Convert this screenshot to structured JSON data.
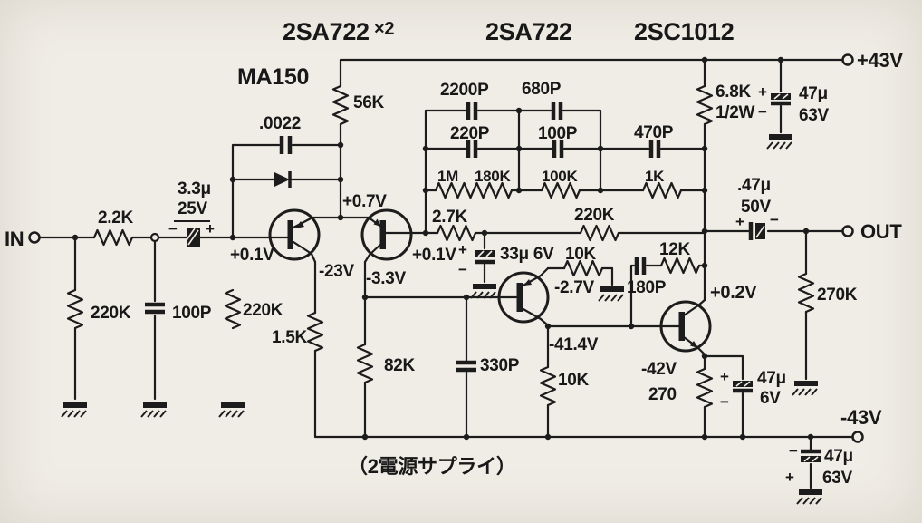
{
  "colors": {
    "paper": "#f0ede6",
    "ink": "#1c1c1c"
  },
  "schematic": {
    "type_labels": {
      "q12": "2SA722",
      "q12_mult": "×2",
      "q3": "2SA722",
      "q4": "2SC1012",
      "diode": "MA150"
    },
    "terminals": {
      "in": "IN",
      "out": "OUT",
      "vplus": "+43V",
      "vminus": "-43V"
    },
    "note": "（2電源サプライ）",
    "components": {
      "r_input": "2.2K",
      "r_input_shunt": "220K",
      "c_input_shunt": "100P",
      "c_coupling": "3.3μ",
      "c_coupling_volt": "25V",
      "r_bias": "220K",
      "r_q1_load": "1.5K",
      "c_feedback": ".0022",
      "r_56k": "56K",
      "c_2200p": "2200P",
      "c_680p": "680P",
      "c_220p": "220P",
      "c_100p": "100P",
      "c_470p": "470P",
      "r_1m": "1M",
      "r_180k": "180K",
      "r_100k": "100K",
      "r_1k": "1K",
      "r_2k7": "2.7K",
      "r_220k_fb": "220K",
      "c_33u": "33μ 6V",
      "r_10k_e": "10K",
      "r_82k": "82K",
      "c_330p": "330P",
      "r_10k_c": "10K",
      "c_180p": "180P",
      "r_12k": "12K",
      "r_270": "270",
      "c_47u_6v": "47μ",
      "c_47u_6v_volt": "6V",
      "r_6k8": "6.8K",
      "r_6k8_watt": "1/2W",
      "c_47u_63v_top": "47μ",
      "c_47u_63v_top_volt": "63V",
      "c_47u_out": ".47μ",
      "c_47u_out_volt": "50V",
      "r_270k": "270K",
      "c_47u_63v_bot": "47μ",
      "c_47u_63v_bot_volt": "63V"
    },
    "voltages": {
      "q1_base": "+0.1V",
      "q1_emitter": "+0.7V",
      "q1_collector": "-23V",
      "q2_collector": "-3.3V",
      "q2_base": "+0.1V",
      "q3_emitter": "-2.7V",
      "q3_collector": "-41.4V",
      "q4_collector": "+0.2V",
      "q4_emitter": "-42V"
    },
    "marks": {
      "plus": "+",
      "minus": "−"
    }
  }
}
